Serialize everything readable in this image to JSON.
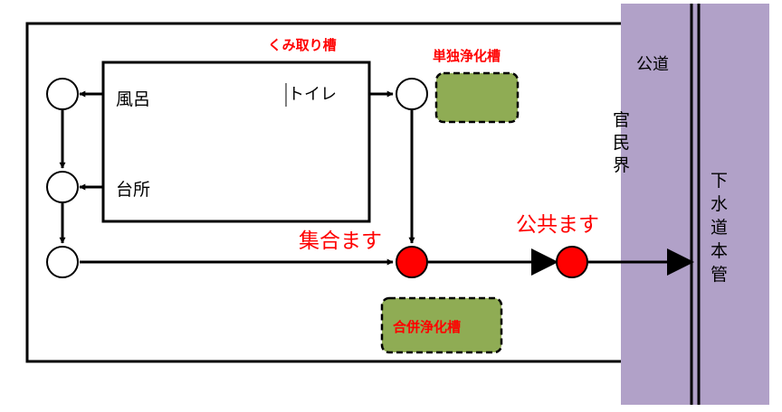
{
  "labels": {
    "kumitori": "くみ取り槽",
    "tandoku": "単独浄化槽",
    "gappei": "合併浄化槽",
    "furo": "風呂",
    "toire": "トイレ",
    "daidokoro": "台所",
    "shugo": "集合ます",
    "kokyo": "公共ます",
    "kodo": "公道",
    "kanminkai": [
      "官",
      "民",
      "界"
    ],
    "gesui": [
      "下",
      "水",
      "道",
      "本",
      "管"
    ]
  },
  "colors": {
    "red_text": "#ff0000",
    "box_green": "#8fac54",
    "road_purple": "#b1a1c8",
    "basin_red": "#ff0000",
    "line": "#000000"
  }
}
